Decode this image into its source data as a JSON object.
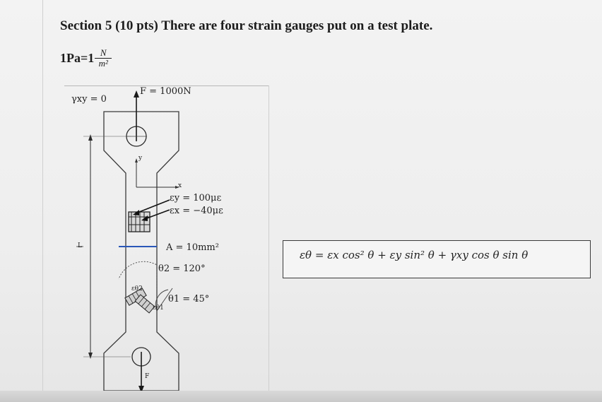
{
  "section": {
    "title": "Section 5 (10 pts) There are four strain gauges put on a test plate."
  },
  "units": {
    "prefix": "1Pa=1",
    "numerator": "N",
    "denominator": "m²"
  },
  "figure": {
    "shear_label": "γxy = 0",
    "force_label": "F = 1000N",
    "eps_y_label": "εy = 100με",
    "eps_x_label": "εx = −40με",
    "area_label": "A = 10mm²",
    "theta2_label": "θ2 = 120°",
    "theta1_label": "θ1 = 45°",
    "gauge2_label": "εθ2",
    "gauge1_label": "εθ1",
    "axis_x_label": "x",
    "axis_y_label": "y",
    "length_label": "L",
    "bottom_force_label": "F"
  },
  "formula": {
    "lhs": "εθ",
    "eq": " = ",
    "term1": "εx cos² θ",
    "plus1": " + ",
    "term2": "εy sin² θ",
    "plus2": " + ",
    "term3": "γxy cos θ sin θ"
  }
}
